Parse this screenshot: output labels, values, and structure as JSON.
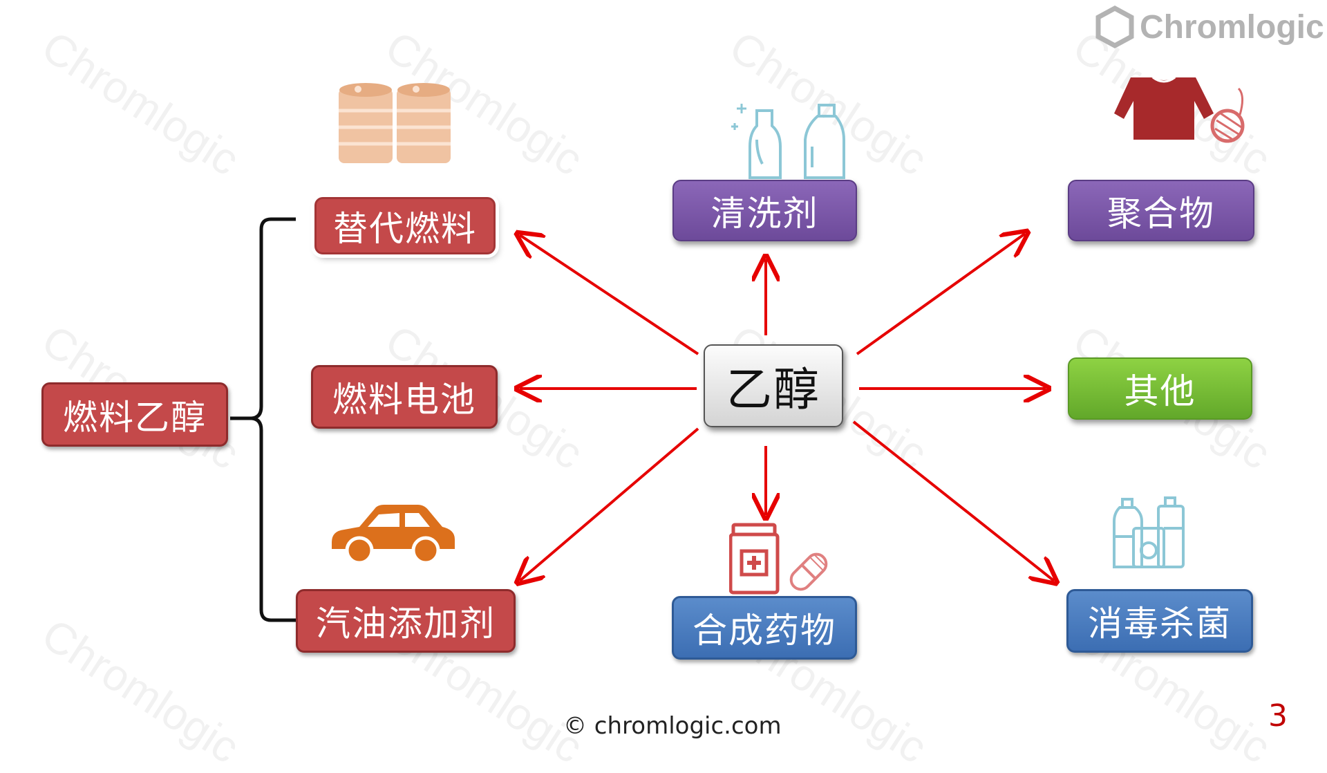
{
  "brand": {
    "name": "Chromlogic",
    "watermark": "Chromlogic"
  },
  "center": {
    "label": "乙醇"
  },
  "fuel": {
    "root_label": "燃料乙醇",
    "children": [
      "替代燃料",
      "燃料电池",
      "汽油添加剂"
    ]
  },
  "applications": {
    "detergent": "清洗剂",
    "polymer": "聚合物",
    "other": "其他",
    "pharma": "合成药物",
    "disinfect": "消毒杀菌"
  },
  "icons": [
    "oil-barrels-icon",
    "cleaning-bottles-icon",
    "sweater-yarn-icon",
    "car-icon",
    "medicine-bottle-pill-icon",
    "disinfectant-bottles-icon"
  ],
  "colors": {
    "arrow": "#e60000",
    "fuel_box": "#c4494a",
    "purple_box": "#7a56a8",
    "blue_box": "#4a7fc1",
    "green_box": "#7cc13a"
  },
  "footer": {
    "copyright": "© chromlogic.com"
  },
  "page_number": "3"
}
